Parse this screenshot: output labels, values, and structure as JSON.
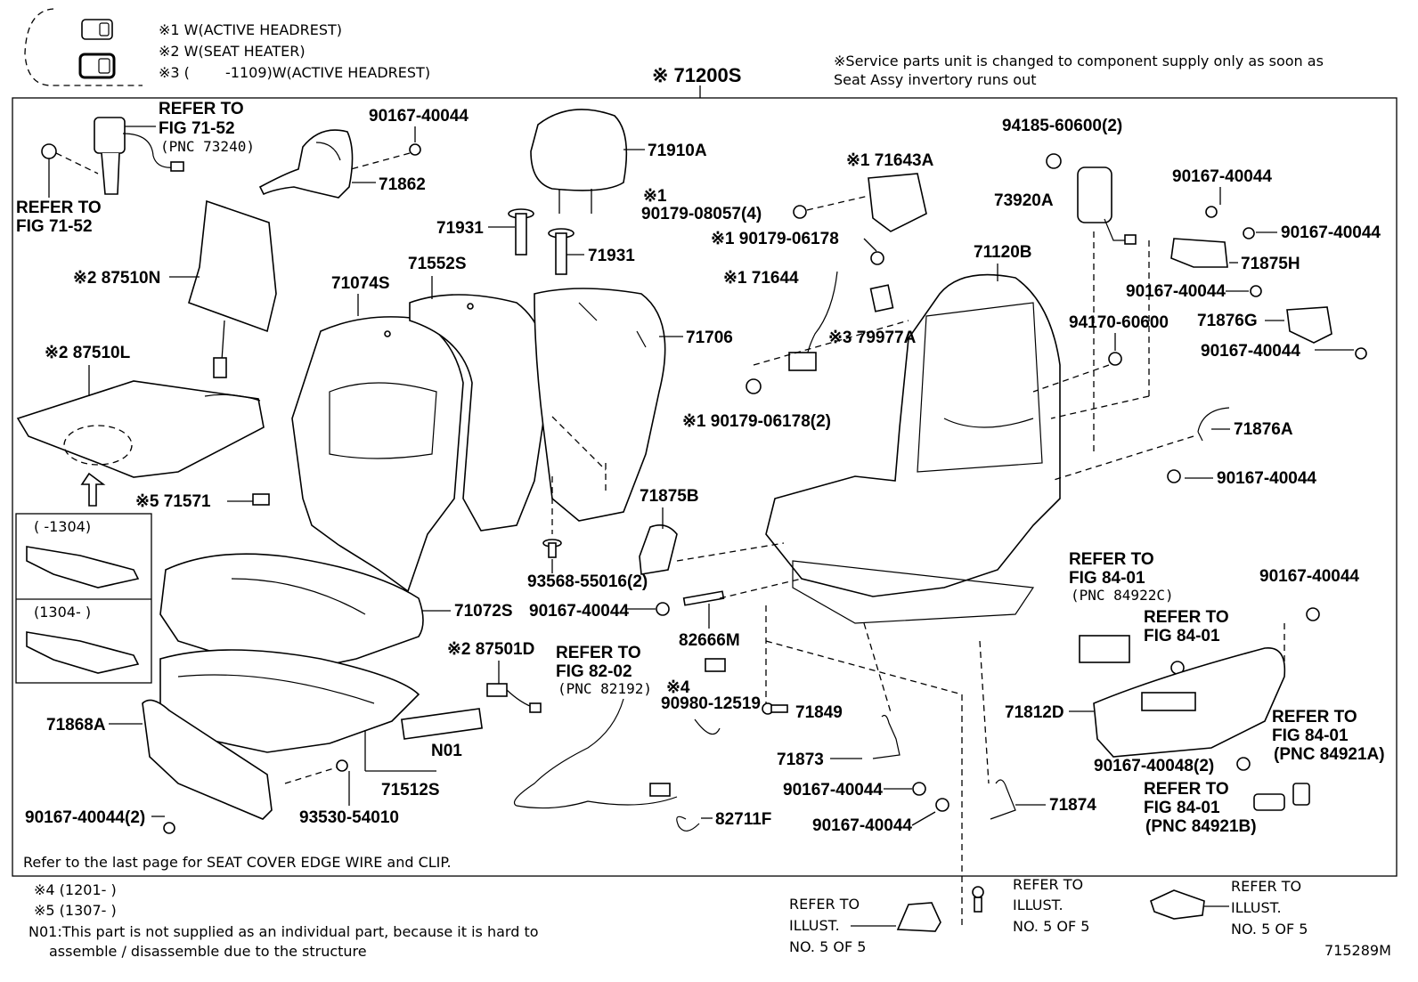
{
  "legend": {
    "note1": "※1 W(ACTIVE HEADREST)",
    "note2": "※2 W(SEAT HEATER)",
    "note3_prefix": "※3 (",
    "note3_suffix": "-1109)W(ACTIVE HEADREST)"
  },
  "title_main": "※ 71200S",
  "service_note": [
    "※Service parts unit is changed to component supply only as soon as",
    "Seat Assy invertory runs out"
  ],
  "parts": {
    "refer_fig7152_a": [
      "REFER TO",
      "FIG 71-52",
      "(PNC 73240)"
    ],
    "refer_fig7152_b": [
      "REFER TO",
      "FIG 71-52"
    ],
    "p90167_40044_top": "90167-40044",
    "p71862": "71862",
    "p71910A": "71910A",
    "p71931_a": "71931",
    "p71931_b": "71931",
    "p87510N": "※2 87510N",
    "p87510L": "※2 87510L",
    "p71074S": "71074S",
    "p71552S": "71552S",
    "p71706": "71706",
    "p71571": "※5 71571",
    "inset_a": "(       -1304)",
    "inset_b": "(1304-       )",
    "p71643A": "※1 71643A",
    "p90179_08057": [
      "※1",
      "90179-08057(4)"
    ],
    "p90179_06178": "※1 90179-06178",
    "p71644": "※1 71644",
    "p79977A": "※3 79977A",
    "p90179_06178_2": "※1 90179-06178(2)",
    "p94185": "94185-60600(2)",
    "p73920A": "73920A",
    "p71120B": "71120B",
    "p94170": "94170-60600",
    "p90167_r1": "90167-40044",
    "p90167_r2": "90167-40044",
    "p71875H": "71875H",
    "p90167_r3": "90167-40044",
    "p71876G": "71876G",
    "p90167_r4": "90167-40044",
    "p71876A": "71876A",
    "p90167_r5": "90167-40044",
    "p71875B": "71875B",
    "p93568": "93568-55016(2)",
    "p90167_mid": "90167-40044",
    "p82666M": "82666M",
    "p71072S": "71072S",
    "p87501D": "※2 87501D",
    "refer_fig8202": [
      "REFER TO",
      "FIG 82-02",
      "(PNC 82192)"
    ],
    "p90980": [
      "※4",
      "90980-12519"
    ],
    "p71849": "71849",
    "p71868A": "71868A",
    "pN01": "N01",
    "p71512S": "71512S",
    "p90167_2": "90167-40044(2)",
    "p93530": "93530-54010",
    "p82711F": "82711F",
    "p71873": "71873",
    "p90167_b1": "90167-40044",
    "p90167_b2": "90167-40044",
    "p71874": "71874",
    "refer_fig8401_a": [
      "REFER TO",
      "FIG 84-01",
      "(PNC 84922C)"
    ],
    "refer_fig8401_b": [
      "REFER TO",
      "FIG 84-01"
    ],
    "p90167_rr": "90167-40044",
    "p71812D": "71812D",
    "refer_fig8401_c": [
      "REFER TO",
      "FIG 84-01",
      "(PNC 84921A)"
    ],
    "p90167_40048": "90167-40048(2)",
    "refer_fig8401_d": [
      "REFER TO",
      "FIG 84-01",
      "(PNC 84921B)"
    ]
  },
  "footnote_box": "Refer to the last page for SEAT COVER EDGE WIRE and CLIP.",
  "bottom_notes": {
    "n4": "※4 (1201-       )",
    "n5": "※5 (1307-       )",
    "n01_a": "N01:This part is not supplied as an individual part, because it is hard to",
    "n01_b": "assemble / disassemble due to the structure"
  },
  "bottom_refs": {
    "ref1": [
      "REFER TO",
      "ILLUST.",
      "NO. 5 OF 5"
    ],
    "ref2": [
      "REFER TO",
      "ILLUST.",
      "NO. 5 OF 5"
    ],
    "ref3": [
      "REFER TO",
      "ILLUST.",
      "NO. 5 OF 5"
    ]
  },
  "figure_id": "715289M"
}
